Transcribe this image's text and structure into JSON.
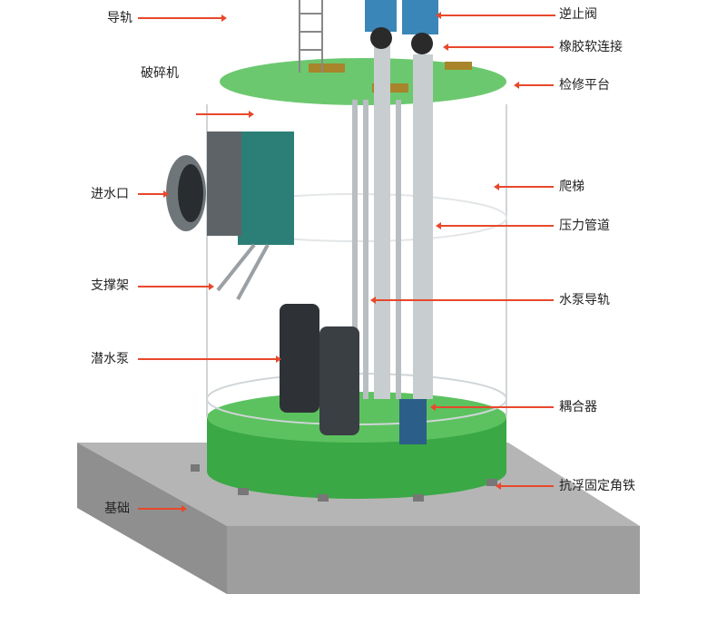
{
  "labels": {
    "guide_rail": "导轨",
    "crusher": "破碎机",
    "inlet": "进水口",
    "support_frame": "支撑架",
    "submersible_pump": "潜水泵",
    "foundation": "基础",
    "check_valve": "逆止阀",
    "service_platform": "检修平台",
    "rubber_joint": "橡胶软连接",
    "ladder": "爬梯",
    "pressure_pipe": "压力管道",
    "pump_guide_rail": "水泵导轨",
    "coupling": "耦合器",
    "anti_float_angle": "抗浮固定角铁"
  },
  "colors": {
    "arrow": "#e8482c",
    "green": "#3aa845",
    "base": "#a9a9a9"
  }
}
